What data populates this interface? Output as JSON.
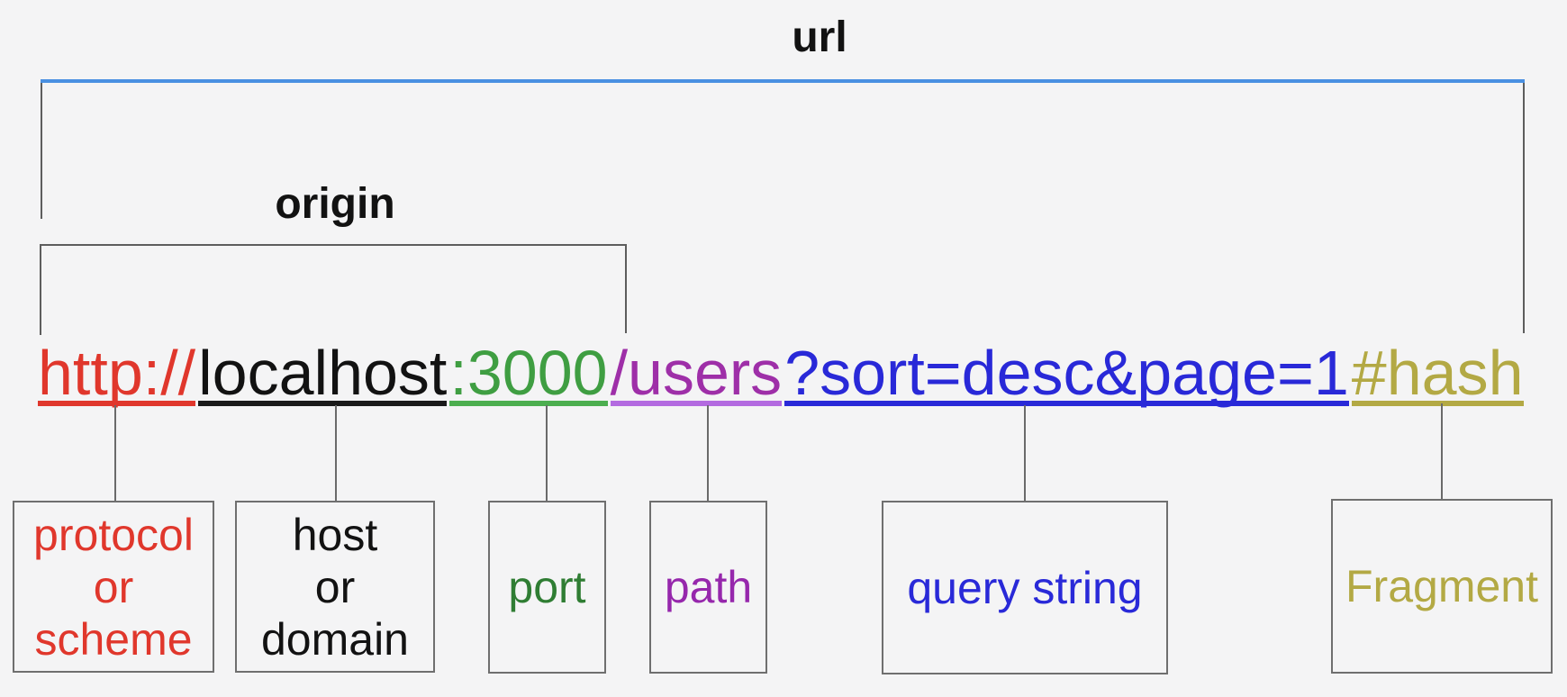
{
  "page": {
    "background": "#f4f4f5"
  },
  "url_bracket": {
    "label": "url",
    "line_color": "#4a90e2"
  },
  "origin_bracket": {
    "label": "origin"
  },
  "url": {
    "full_text": "http://localhost:3000/users?sort=desc&page=1#hash",
    "segments": [
      {
        "part": "protocol",
        "text": "http://",
        "color": "#e0372c",
        "underline": "#e0372c"
      },
      {
        "part": "host",
        "text": "localhost",
        "color": "#121212",
        "underline": "#1a1a1a"
      },
      {
        "part": "port",
        "text": ":3000",
        "color": "#3f9e42",
        "underline": "#4cae4f"
      },
      {
        "part": "path",
        "text": "/users",
        "color": "#9e2fa8",
        "underline": "#b36ae0"
      },
      {
        "part": "query",
        "text": "?sort=desc&page=1",
        "color": "#2929d8",
        "underline": "#2929d8"
      },
      {
        "part": "fragment",
        "text": "#hash",
        "color": "#b3a944",
        "underline": "#b3a944"
      }
    ]
  },
  "boxes": [
    {
      "id": "protocol",
      "color": "#e0372c",
      "lines": [
        "protocol",
        "or",
        "scheme"
      ]
    },
    {
      "id": "host",
      "color": "#121212",
      "lines": [
        "host",
        "or",
        "domain"
      ]
    },
    {
      "id": "port",
      "color": "#2f7d33",
      "lines": [
        "port"
      ]
    },
    {
      "id": "path",
      "color": "#9627ac",
      "lines": [
        "path"
      ]
    },
    {
      "id": "query",
      "color": "#2929d8",
      "lines": [
        "query string"
      ]
    },
    {
      "id": "fragment",
      "color": "#b3a944",
      "lines": [
        "Fragment"
      ]
    }
  ]
}
